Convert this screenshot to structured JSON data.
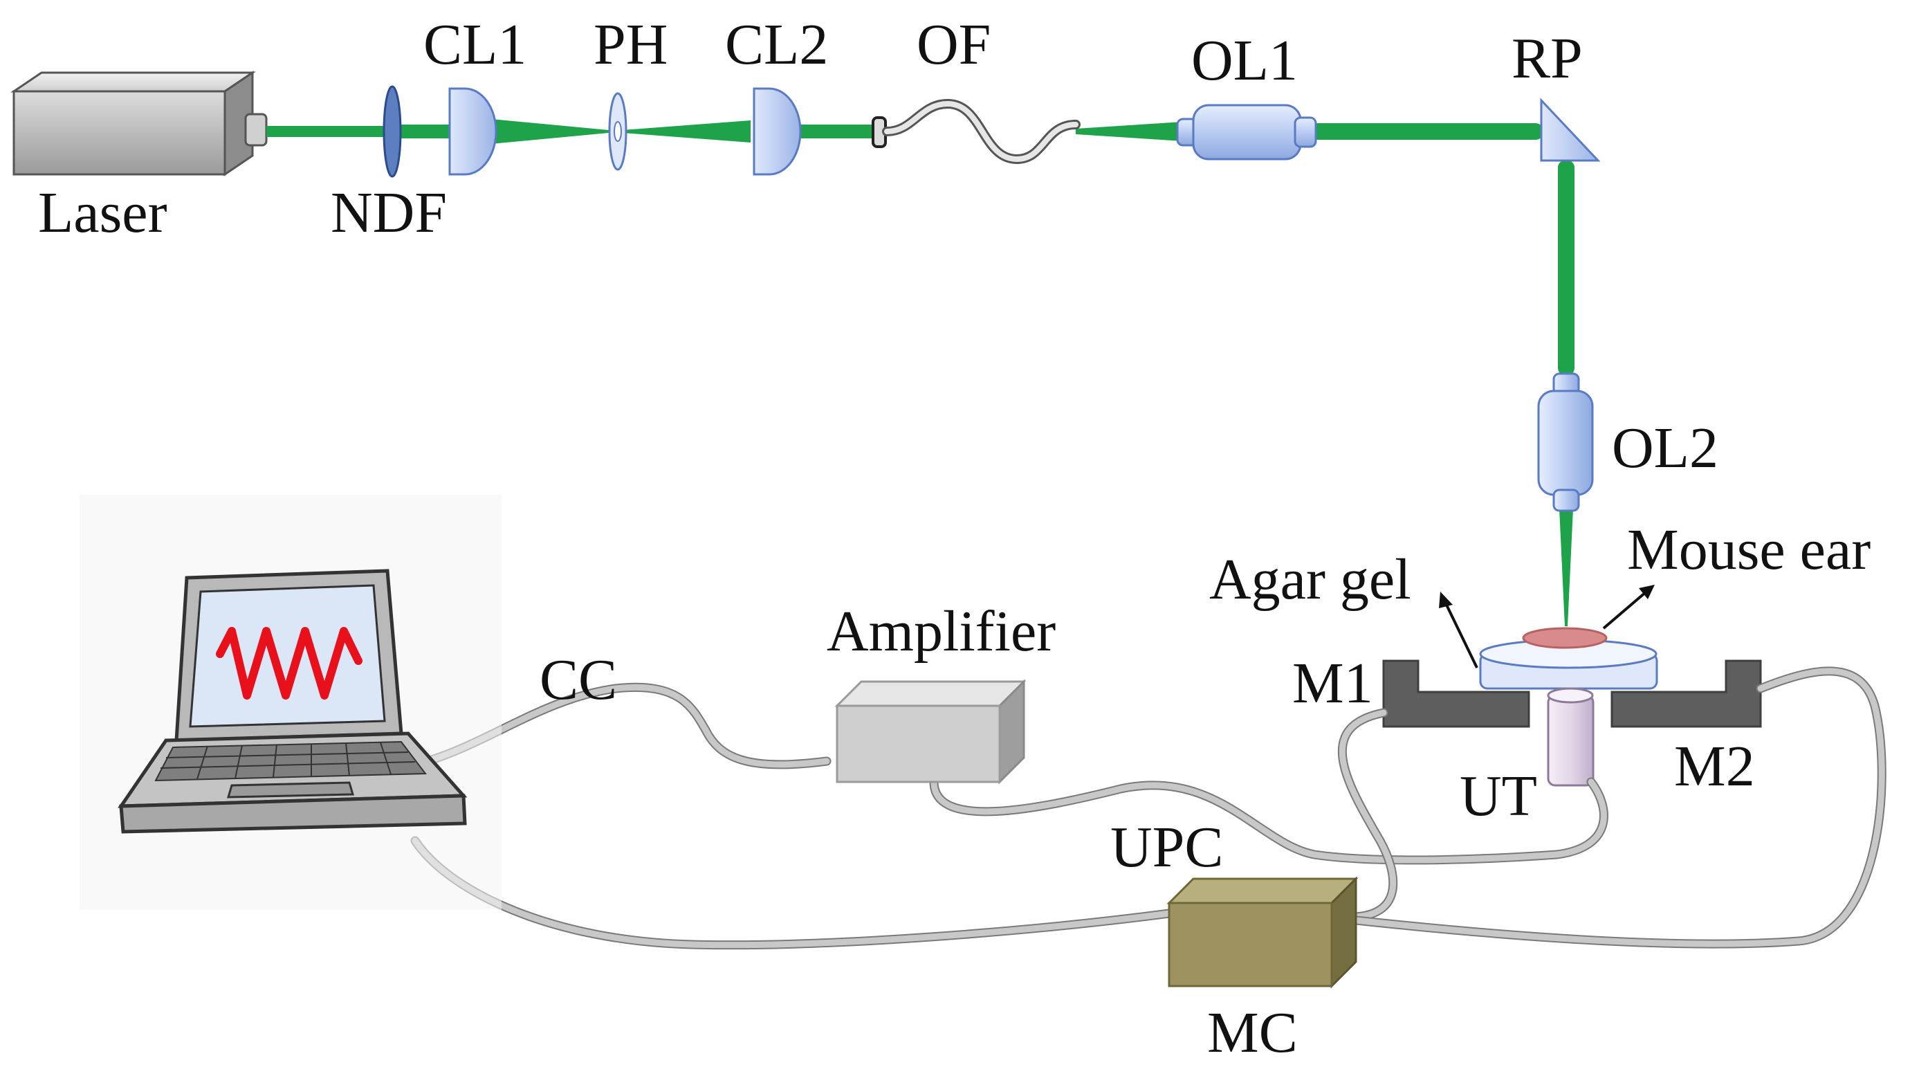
{
  "labels": {
    "laser": "Laser",
    "ndf": "NDF",
    "cl1": "CL1",
    "ph": "PH",
    "cl2": "CL2",
    "of": "OF",
    "ol1": "OL1",
    "rp": "RP",
    "ol2": "OL2",
    "mouse_ear": "Mouse ear",
    "agar_gel": "Agar gel",
    "m1": "M1",
    "m2": "M2",
    "ut": "UT",
    "amplifier": "Amplifier",
    "cc": "CC",
    "upc": "UPC",
    "mc": "MC"
  },
  "colors": {
    "beam": "#1ea34a",
    "optics": "#b7ccf3",
    "signal": "#e8101a",
    "mc_box": "#9c9360",
    "amplifier_box": "#cfcfcf",
    "mount": "#5e5e5e",
    "mouse_ear": "#d98a8a"
  },
  "icons": {
    "laser": "laser-source-icon",
    "computer": "laptop-icon",
    "waveform": "signal-waveform-icon"
  }
}
